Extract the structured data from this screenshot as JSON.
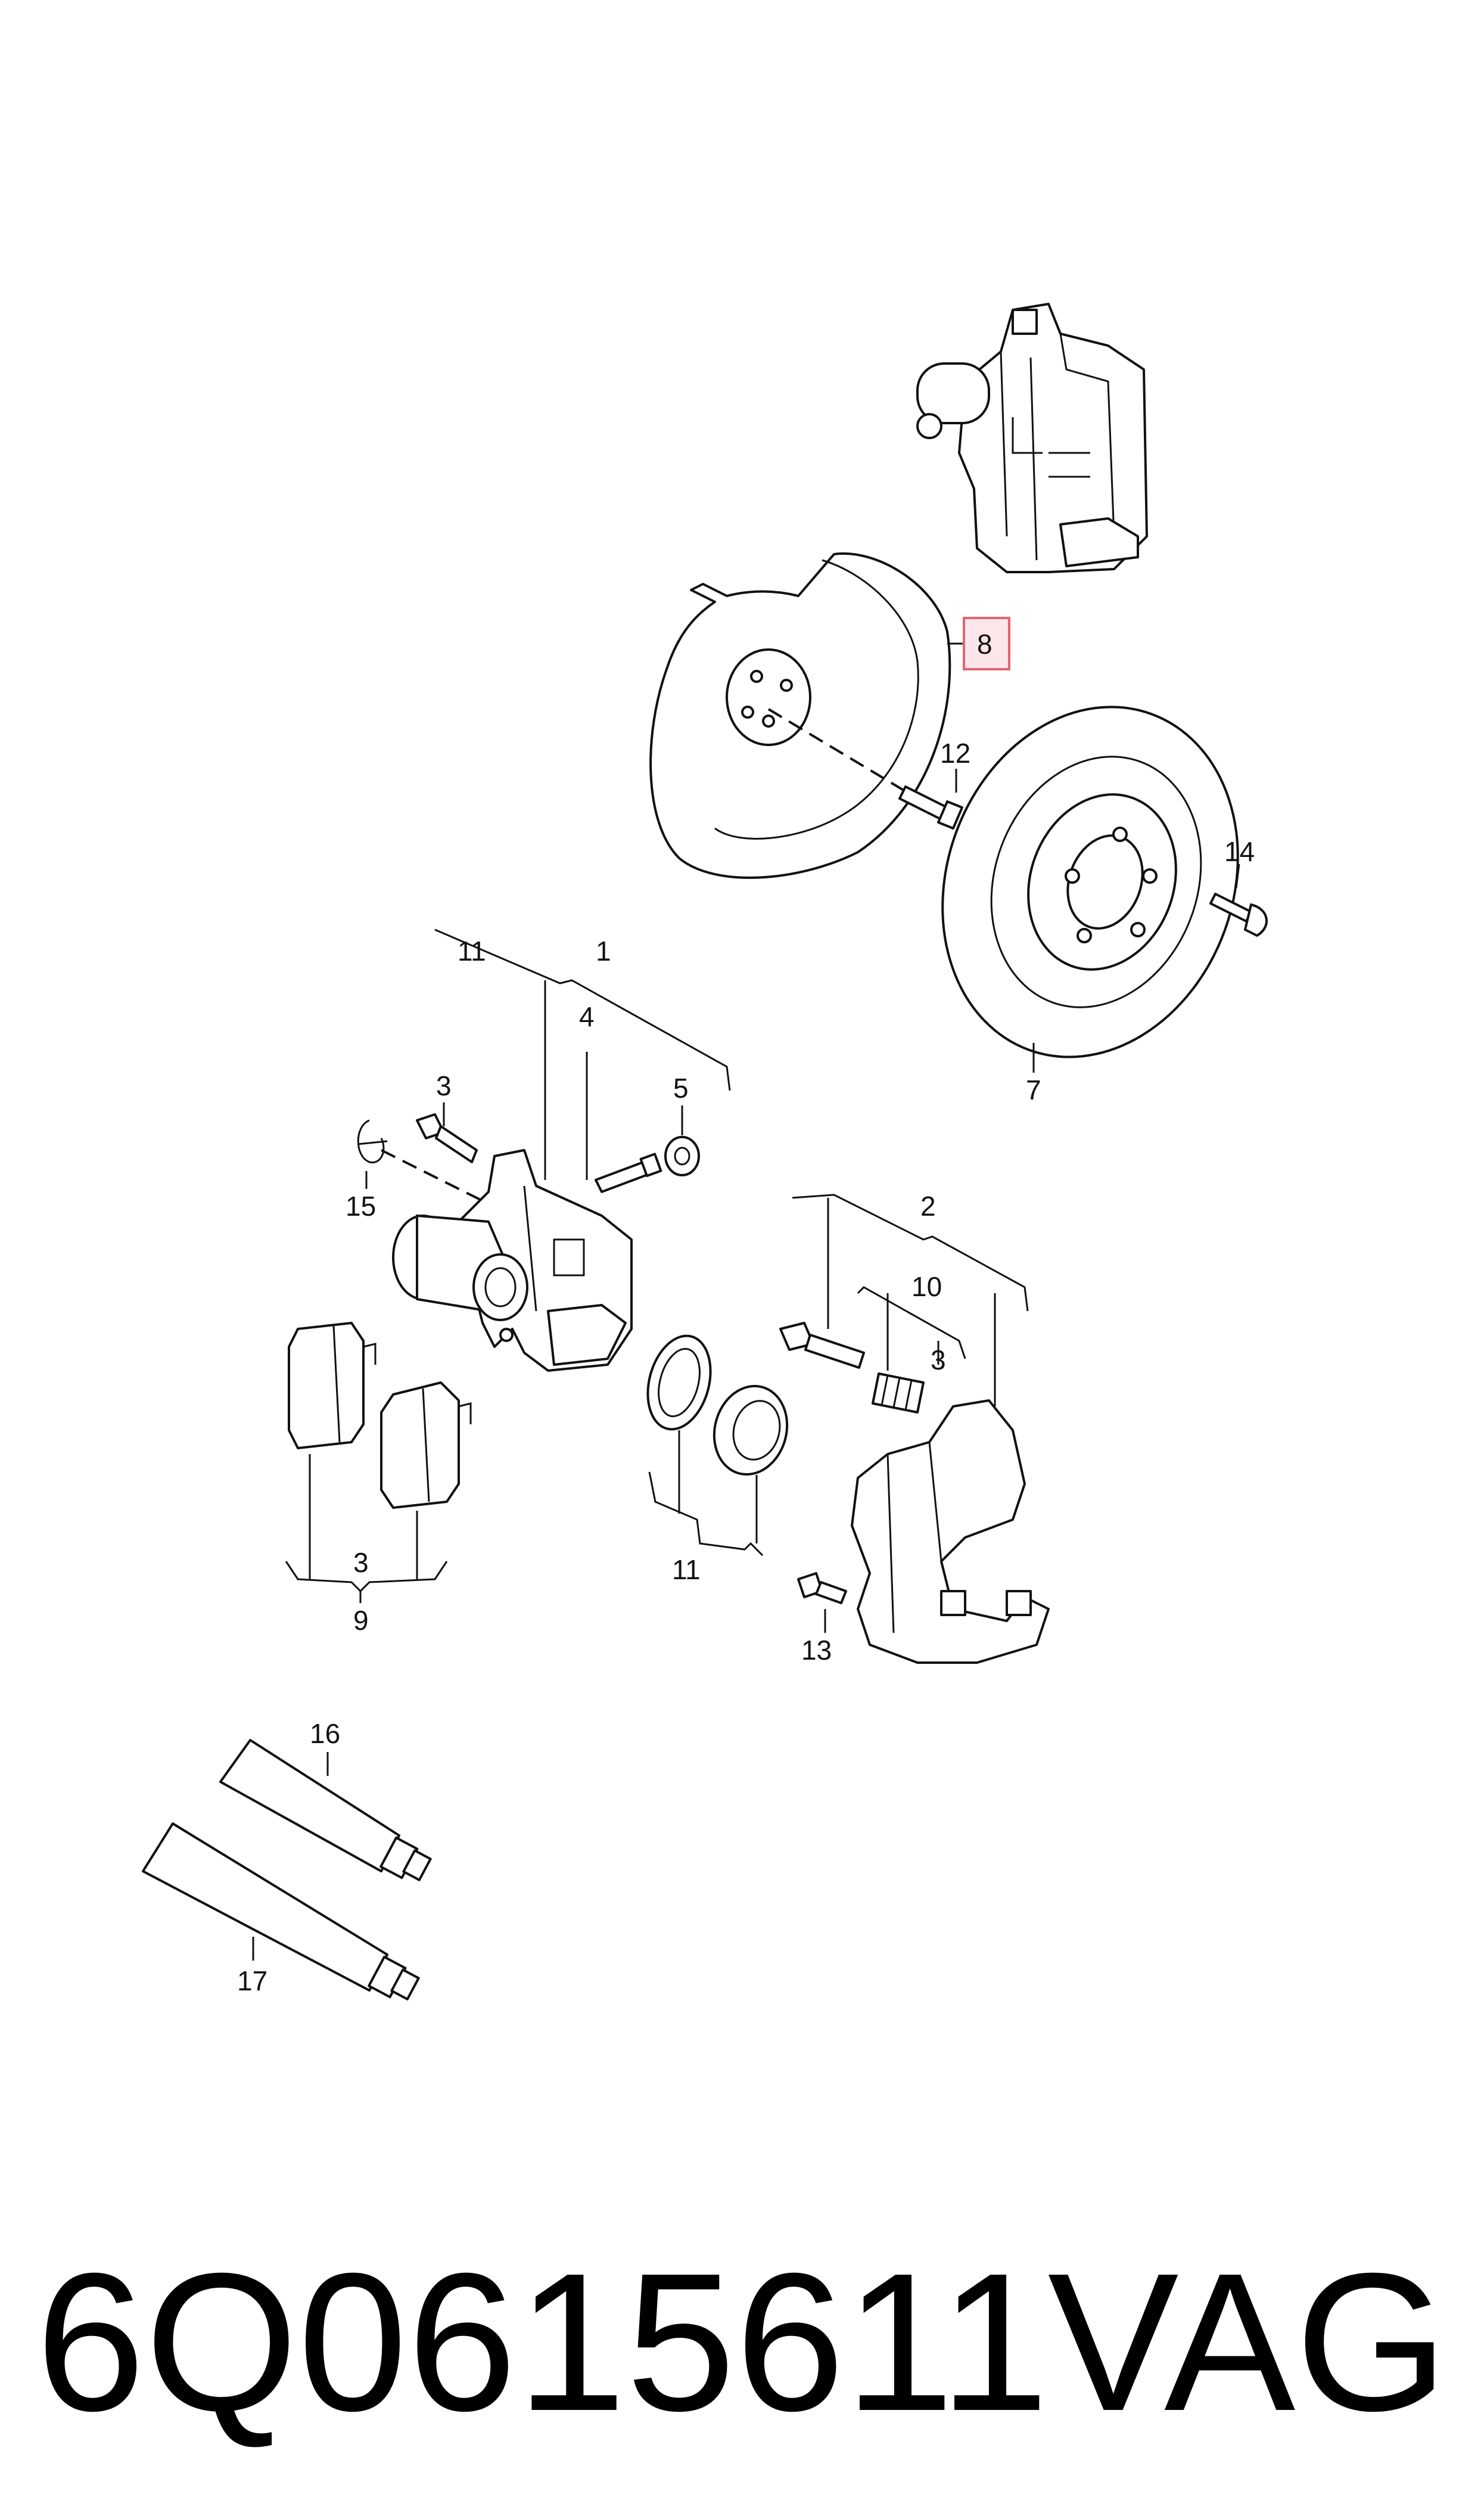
{
  "callouts": {
    "c1": "1",
    "c2": "2",
    "c3a": "3",
    "c3b": "3",
    "c3c": "3",
    "c4": "4",
    "c5": "5",
    "c7": "7",
    "c8": "8",
    "c9": "9",
    "c10": "10",
    "c11a": "11",
    "c11b": "11",
    "c12": "12",
    "c13": "13",
    "c14": "14",
    "c15": "15",
    "c16": "16",
    "c17": "17"
  },
  "footer": {
    "part_number": "6Q0615611",
    "brand": "VAG"
  },
  "colors": {
    "line": "#111111",
    "highlight_fill": "#fde6ea",
    "highlight_stroke": "#e3646f"
  },
  "highlighted_callout": "8"
}
